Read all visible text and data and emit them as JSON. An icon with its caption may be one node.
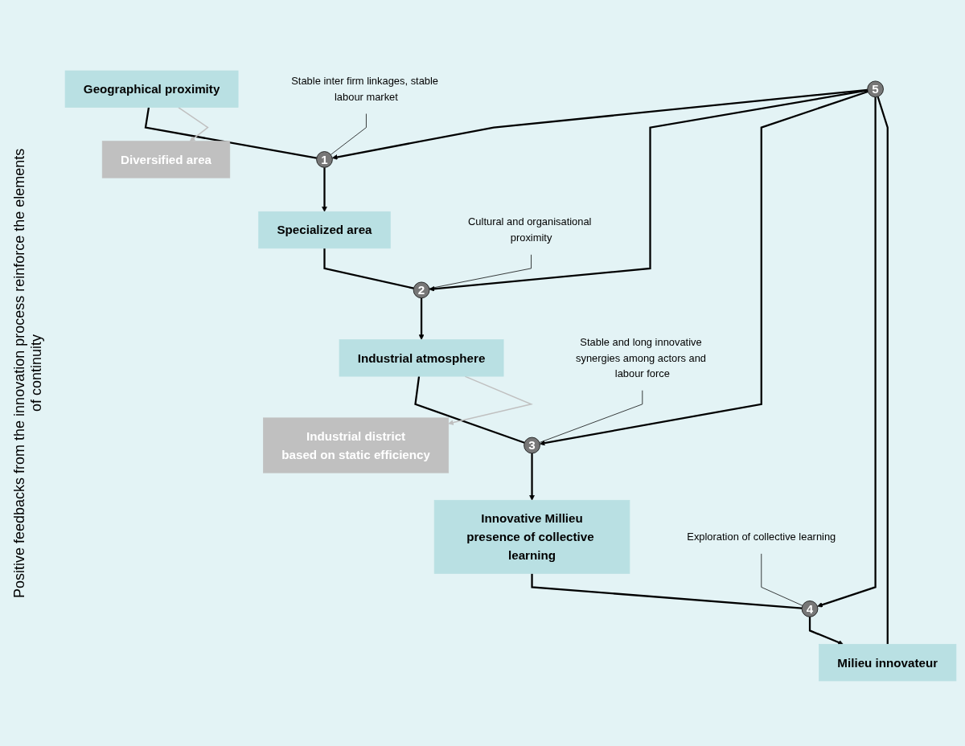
{
  "diagram": {
    "nodes": [
      {
        "text": [
          "Geographical proximity"
        ]
      },
      {
        "text": [
          "1"
        ]
      },
      {
        "text": [
          "Specialized area"
        ]
      },
      {
        "text": [
          "Diversified area"
        ]
      },
      {
        "text": [
          "2"
        ]
      },
      {
        "text": [
          "Industrial atmosphere"
        ]
      },
      {
        "text": [
          "3"
        ]
      },
      {
        "text": [
          "Innovative Millieu",
          "presence of collective learning"
        ]
      },
      {
        "text": [
          "Industrial district",
          "based on static efficiency"
        ]
      },
      {
        "text": [
          "4"
        ]
      },
      {
        "text": [
          "Milieu innovateur"
        ]
      },
      {
        "text": [
          "5"
        ]
      },
      {
        "text": [
          "Stable inter firm linkages, stable labour market"
        ]
      },
      {
        "text": [
          "Cultural and organisational proximity"
        ]
      },
      {
        "text": [
          "Stable and long innovative synergies among actors and labour force"
        ]
      },
      {
        "text": [
          "Exploration of collective learning"
        ]
      }
    ],
    "edges": [
      {
        "from": 0,
        "to": 1,
        "arrow": "none"
      },
      {
        "from": 1,
        "to": 2,
        "arrow": "to"
      },
      {
        "from": 0,
        "to": 3,
        "arrow": "to",
        "color": "#c0c0c0"
      },
      {
        "from": 2,
        "to": 4,
        "arrow": "none"
      },
      {
        "from": 4,
        "to": 5,
        "arrow": "to"
      },
      {
        "from": 5,
        "to": 6,
        "arrow": "none"
      },
      {
        "from": 6,
        "to": 7,
        "arrow": "to"
      },
      {
        "from": 5,
        "to": 8,
        "arrow": "to",
        "color": "#c0c0c0"
      },
      {
        "from": 7,
        "to": 9,
        "arrow": "none"
      },
      {
        "from": 9,
        "to": 10,
        "arrow": "to"
      },
      {
        "from": 10,
        "to": 11,
        "arrow": "none"
      },
      {
        "from": 11,
        "to": 1,
        "arrow": "to"
      },
      {
        "from": 11,
        "to": 4,
        "arrow": "to"
      },
      {
        "from": 11,
        "to": 6,
        "arrow": "to"
      },
      {
        "from": 11,
        "to": 9,
        "arrow": "to"
      },
      {
        "from": 12,
        "to": 1,
        "arrow": "none"
      },
      {
        "from": 13,
        "to": 4,
        "arrow": "none"
      },
      {
        "from": 14,
        "to": 6,
        "arrow": "none"
      },
      {
        "from": 15,
        "to": 9,
        "arrow": "none"
      }
    ],
    "labels": [
      "Positive feedbacks from the innovation process reinforce the elements of continuity"
    ]
  }
}
